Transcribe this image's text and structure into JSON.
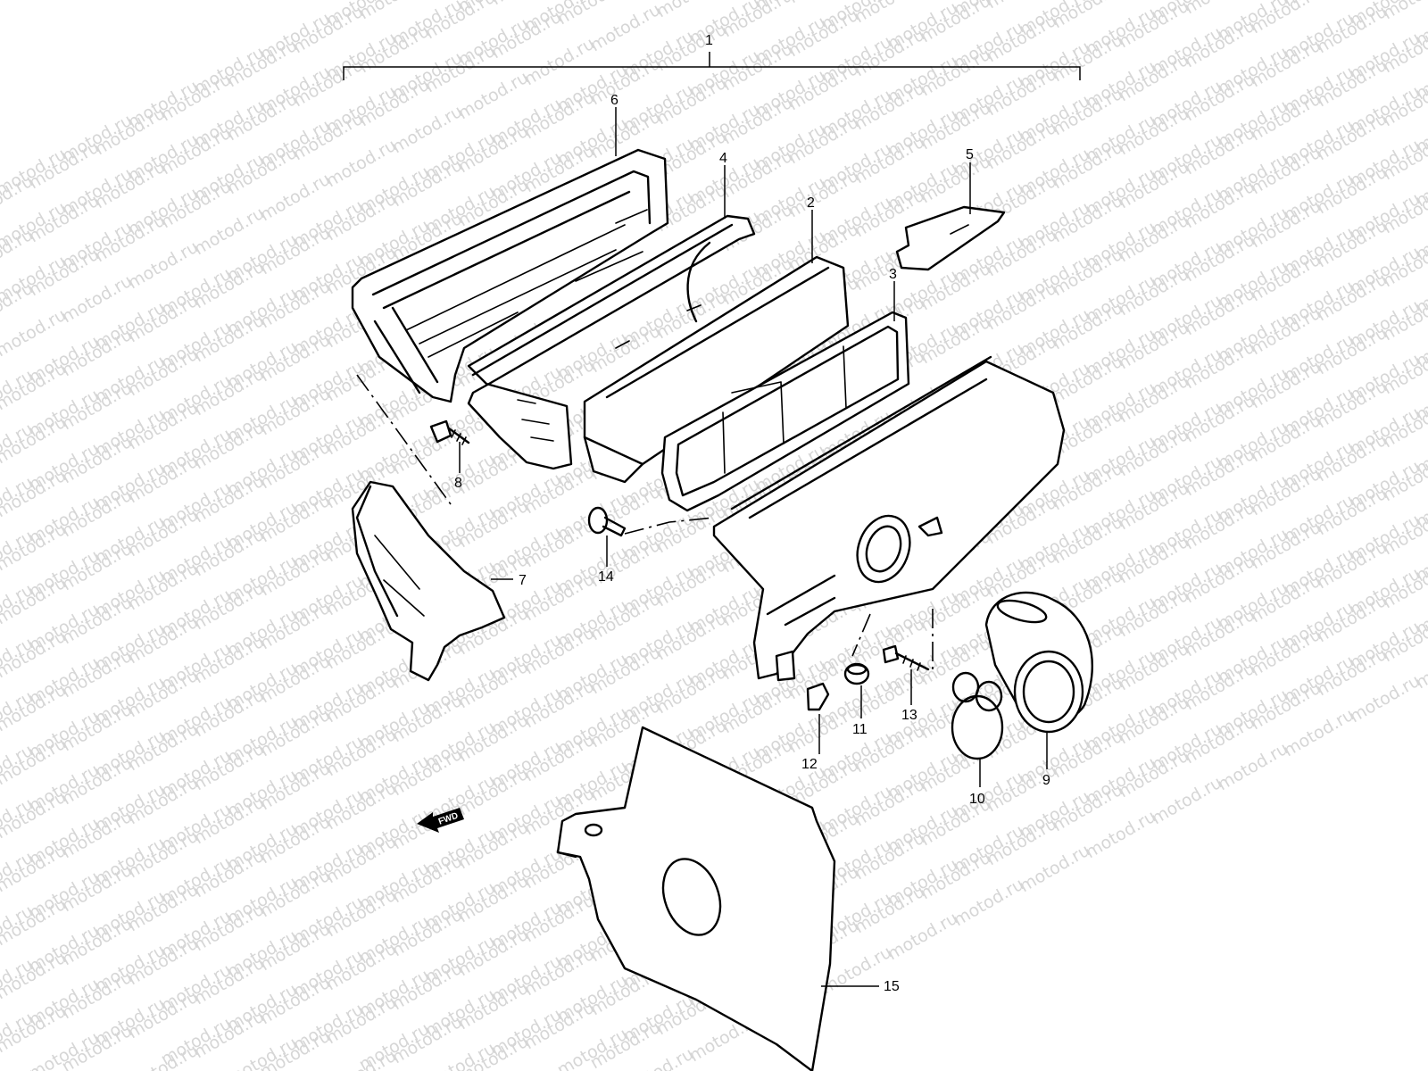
{
  "watermark": "motod.ru",
  "colors": {
    "line": "#000000",
    "background": "#ffffff",
    "watermark": "#d6d6d6"
  },
  "callouts": {
    "c1": "1",
    "c2": "2",
    "c3": "3",
    "c4": "4",
    "c5": "5",
    "c6": "6",
    "c7": "7",
    "c8": "8",
    "c9": "9",
    "c10": "10",
    "c11": "11",
    "c12": "12",
    "c13": "13",
    "c14": "14",
    "c15": "15"
  },
  "direction_badge": {
    "text": "FWD",
    "icon": "arrow-left-icon"
  }
}
